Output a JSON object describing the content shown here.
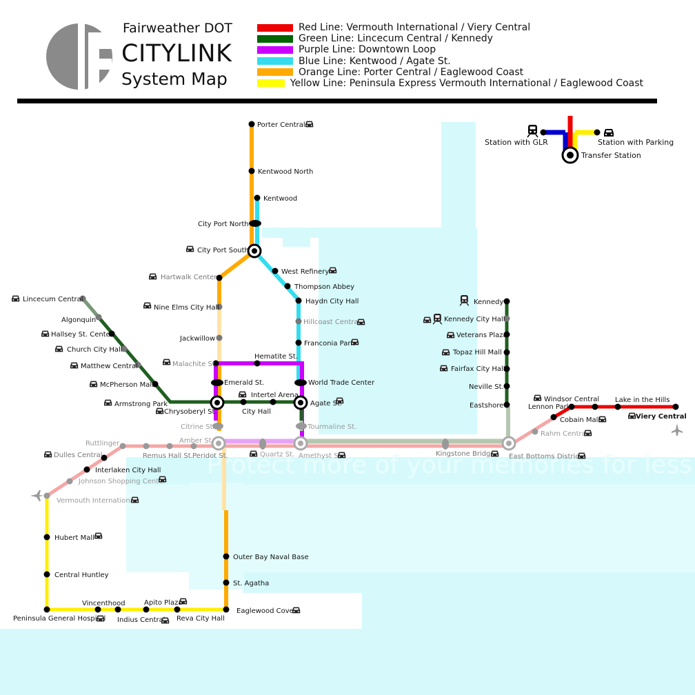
{
  "header": {
    "agency": "Fairweather DOT",
    "brand": "CITYLINK",
    "subtitle": "System Map"
  },
  "legend": {
    "lines": [
      {
        "color": "#ee0000",
        "label": "Red Line: Vermouth International / Viery Central"
      },
      {
        "color": "#006400",
        "label": "Green Line: Lincecum Central / Kennedy"
      },
      {
        "color": "#cc00ff",
        "label": "Purple Line: Downtown Loop"
      },
      {
        "color": "#33ddee",
        "label": "Blue Line: Kentwood / Agate St."
      },
      {
        "color": "#ffaa00",
        "label": "Orange Line: Porter Central / Eaglewood Coast"
      },
      {
        "color": "#ffff00",
        "label": "Yellow Line: Peninsula Express Vermouth International / Eaglewood Coast"
      }
    ],
    "key": {
      "glr": "Station with GLR",
      "parking": "Station with Parking",
      "transfer": "Transfer Station"
    }
  },
  "watermark": "Protect more of your memories for less!",
  "stations": [
    {
      "name": "Porter Central",
      "parking": true
    },
    {
      "name": "Kentwood North"
    },
    {
      "name": "Kentwood"
    },
    {
      "name": "City Port North"
    },
    {
      "name": "City Port South",
      "parking": true,
      "transfer": true
    },
    {
      "name": "West Refinery",
      "parking": true
    },
    {
      "name": "Thompson Abbey"
    },
    {
      "name": "Haydn City Hall"
    },
    {
      "name": "Hillcoast Central",
      "parking": true
    },
    {
      "name": "Franconia Park",
      "parking": true
    },
    {
      "name": "Hartwalk Center",
      "parking": true
    },
    {
      "name": "Nine Elms City Hall",
      "parking": true
    },
    {
      "name": "Jackwillow"
    },
    {
      "name": "Malachite St.",
      "parking": true
    },
    {
      "name": "Hematite St."
    },
    {
      "name": "Emerald St."
    },
    {
      "name": "Intertel Arena",
      "parking": true
    },
    {
      "name": "World Trade Center"
    },
    {
      "name": "Chrysoberyl St.",
      "parking": true,
      "transfer": true
    },
    {
      "name": "City Hall"
    },
    {
      "name": "Agate St.",
      "parking": true,
      "transfer": true
    },
    {
      "name": "Citrine St."
    },
    {
      "name": "Tourmaline St."
    },
    {
      "name": "Lincecum Central",
      "parking": true
    },
    {
      "name": "Algonquin"
    },
    {
      "name": "Hallsey St. Center",
      "parking": true
    },
    {
      "name": "Church City Hall",
      "parking": true
    },
    {
      "name": "Matthew Central",
      "parking": true
    },
    {
      "name": "McPherson Mall",
      "parking": true
    },
    {
      "name": "Armstrong Park",
      "parking": true
    },
    {
      "name": "Kennedy",
      "glr": true
    },
    {
      "name": "Kennedy City Hall",
      "parking": true,
      "glr": true
    },
    {
      "name": "Veterans Plaza",
      "parking": true
    },
    {
      "name": "Topaz Hill Mall",
      "parking": true
    },
    {
      "name": "Fairfax City Hall",
      "parking": true
    },
    {
      "name": "Neville St."
    },
    {
      "name": "Eastshore"
    },
    {
      "name": "Ruttlinger"
    },
    {
      "name": "Amber St."
    },
    {
      "name": "Remus"
    },
    {
      "name": "Hall St."
    },
    {
      "name": "Peridot St."
    },
    {
      "name": "Quartz St.",
      "parking": true
    },
    {
      "name": "Amethyst St.",
      "parking": true
    },
    {
      "name": "Kingstone Bridge",
      "parking": true
    },
    {
      "name": "East Bottoms District",
      "parking": true
    },
    {
      "name": "Dulles Central",
      "parking": true
    },
    {
      "name": "Interlaken City Hall"
    },
    {
      "name": "Johnson Shopping Center",
      "parking": true
    },
    {
      "name": "Vermouth International",
      "parking": true
    },
    {
      "name": "Rahm Central",
      "parking": true
    },
    {
      "name": "Cobain Mall",
      "parking": true
    },
    {
      "name": "Windsor Central",
      "parking": true
    },
    {
      "name": "Lennon Park"
    },
    {
      "name": "Lake in the Hills"
    },
    {
      "name": "Viery Central",
      "parking": true
    },
    {
      "name": "Hubert Mall",
      "parking": true
    },
    {
      "name": "Central Huntley"
    },
    {
      "name": "Vincenthood"
    },
    {
      "name": "Apito Plaza",
      "parking": true
    },
    {
      "name": "Peninsula General Hospital",
      "parking": true
    },
    {
      "name": "Indius Central",
      "parking": true
    },
    {
      "name": "Reva City Hall",
      "parking": true
    },
    {
      "name": "Outer Bay Naval Base"
    },
    {
      "name": "St. Agatha"
    },
    {
      "name": "Eaglewood Cove",
      "parking": true
    }
  ]
}
